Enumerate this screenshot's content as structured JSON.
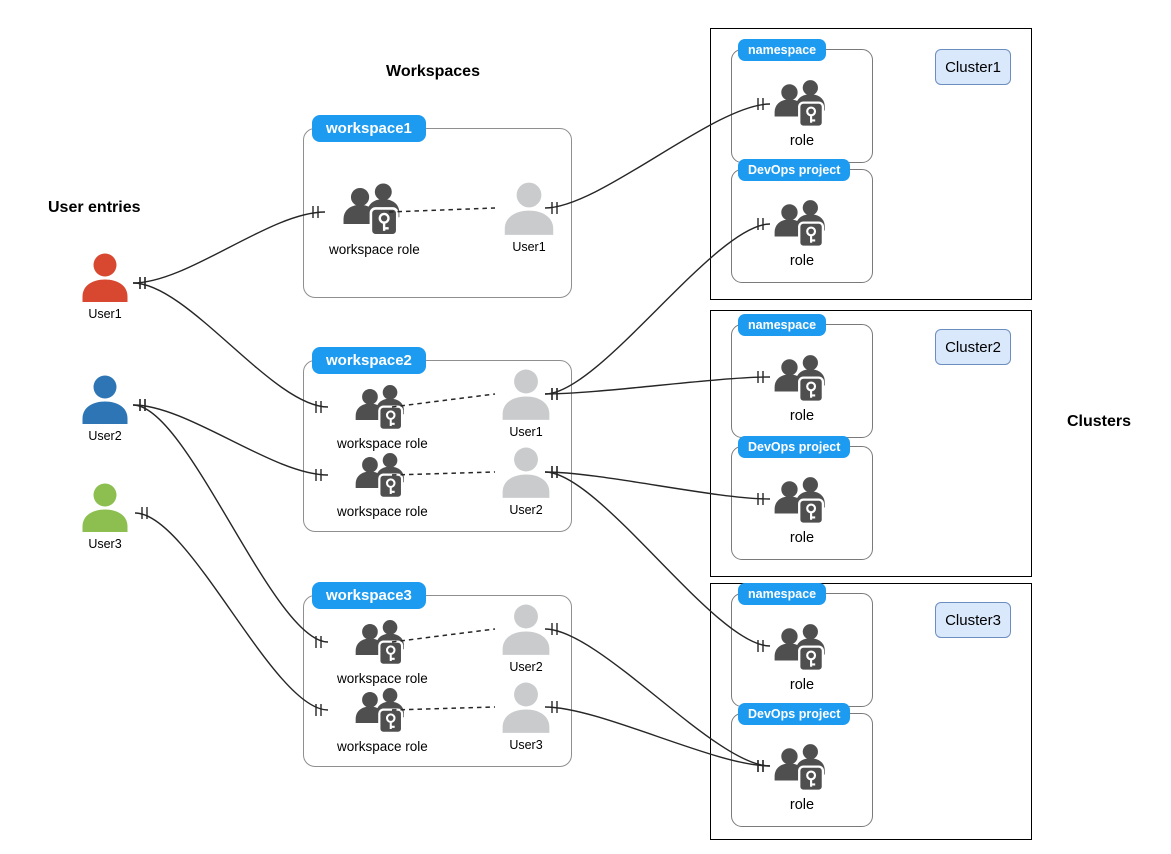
{
  "headers": {
    "user_entries": "User entries",
    "workspaces": "Workspaces",
    "clusters": "Clusters"
  },
  "users": [
    {
      "name": "User1",
      "color": "#d8472f"
    },
    {
      "name": "User2",
      "color": "#2e75b6"
    },
    {
      "name": "User3",
      "color": "#8cbf4f"
    }
  ],
  "workspaces": [
    {
      "label": "workspace1",
      "rows": [
        {
          "role_label": "workspace role",
          "user": "User1"
        }
      ]
    },
    {
      "label": "workspace2",
      "rows": [
        {
          "role_label": "workspace role",
          "user": "User1"
        },
        {
          "role_label": "workspace role",
          "user": "User2"
        }
      ]
    },
    {
      "label": "workspace3",
      "rows": [
        {
          "role_label": "workspace role",
          "user": "User2"
        },
        {
          "role_label": "workspace role",
          "user": "User3"
        }
      ]
    }
  ],
  "clusters": [
    {
      "badge": "Cluster1",
      "sections": [
        {
          "tag": "namespace",
          "role_label": "role"
        },
        {
          "tag": "DevOps project",
          "role_label": "role"
        }
      ]
    },
    {
      "badge": "Cluster2",
      "sections": [
        {
          "tag": "namespace",
          "role_label": "role"
        },
        {
          "tag": "DevOps project",
          "role_label": "role"
        }
      ]
    },
    {
      "badge": "Cluster3",
      "sections": [
        {
          "tag": "namespace",
          "role_label": "role"
        },
        {
          "tag": "DevOps project",
          "role_label": "role"
        }
      ]
    }
  ],
  "connections": {
    "solid": [
      [
        "u1",
        "w1r1"
      ],
      [
        "u1",
        "w2r1"
      ],
      [
        "u2",
        "w2r2"
      ],
      [
        "u2",
        "w3r1"
      ],
      [
        "u3",
        "w3r2"
      ],
      [
        "w1u1",
        "c1ns"
      ],
      [
        "w2u1",
        "c1dev"
      ],
      [
        "w2u1",
        "c2ns"
      ],
      [
        "w2u2",
        "c2dev"
      ],
      [
        "w2u2",
        "c3ns"
      ],
      [
        "w3u2",
        "c3dev"
      ],
      [
        "w3u3",
        "c3dev"
      ]
    ],
    "dashed": [
      [
        "w1r1",
        "w1u1"
      ],
      [
        "w2r1",
        "w2u1"
      ],
      [
        "w2r2",
        "w2u2"
      ],
      [
        "w3r1",
        "w3u2"
      ],
      [
        "w3r2",
        "w3u3"
      ]
    ]
  },
  "colors": {
    "tag_blue": "#1d9bf0",
    "badge_fill": "#dae8fc",
    "badge_border": "#6c8ebf",
    "role_dark_gray": "#4f4f4f",
    "user_light_gray": "#c9cbcd",
    "line": "#262626"
  }
}
